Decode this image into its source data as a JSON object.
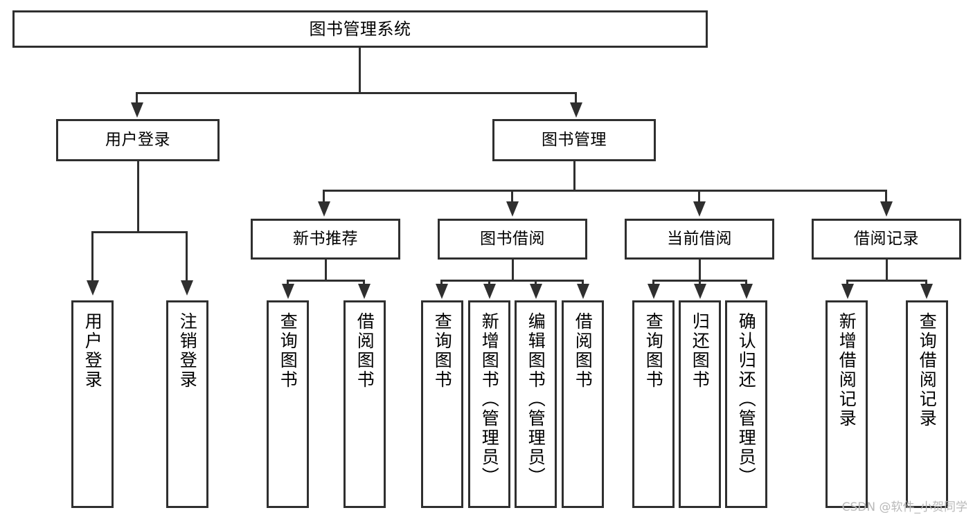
{
  "diagram": {
    "title": "图书管理系统",
    "type": "tree",
    "watermark": "CSDN @软件_小贺同学",
    "colors": {
      "box_border": "#2f2f2f",
      "box_fill": "#ffffff",
      "line": "#2f2f2f",
      "text": "#000000",
      "watermark": "#b9b9b9"
    },
    "root": {
      "label": "图书管理系统"
    },
    "level2": [
      {
        "label": "用户登录"
      },
      {
        "label": "图书管理"
      }
    ],
    "level3": [
      {
        "label": "新书推荐"
      },
      {
        "label": "图书借阅"
      },
      {
        "label": "当前借阅"
      },
      {
        "label": "借阅记录"
      }
    ],
    "leaves": {
      "user_login": [
        {
          "label": "用户登录"
        },
        {
          "label": "注销登录"
        }
      ],
      "new_book_recommend": [
        {
          "label": "查询图书"
        },
        {
          "label": "借阅图书"
        }
      ],
      "book_borrow": [
        {
          "label": "查询图书"
        },
        {
          "label": "新增图书（管理员）"
        },
        {
          "label": "编辑图书（管理员）"
        },
        {
          "label": "借阅图书"
        }
      ],
      "current_borrow": [
        {
          "label": "查询图书"
        },
        {
          "label": "归还图书"
        },
        {
          "label": "确认归还（管理员）"
        }
      ],
      "borrow_record": [
        {
          "label": "新增借阅记录"
        },
        {
          "label": "查询借阅记录"
        }
      ]
    }
  }
}
